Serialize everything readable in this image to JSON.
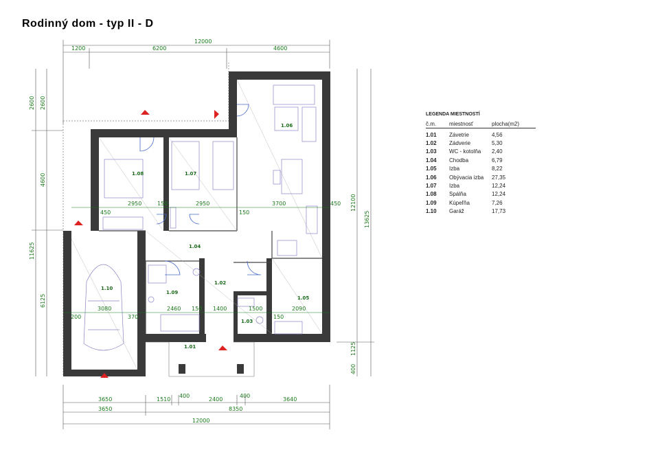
{
  "title": "Rodinný dom - typ II - D",
  "legend": {
    "title": "LEGENDA MIESTNOSTÍ",
    "headers": {
      "num": "č.m.",
      "name": "miestnosť",
      "area": "plocha(m2)"
    },
    "rows": [
      {
        "num": "1.01",
        "name": "Závetrie",
        "area": "4,56"
      },
      {
        "num": "1.02",
        "name": "Zádverie",
        "area": "5,30"
      },
      {
        "num": "1.03",
        "name": "WC - kotolňa",
        "area": "2,40"
      },
      {
        "num": "1.04",
        "name": "Chodba",
        "area": "6,79"
      },
      {
        "num": "1.05",
        "name": "Izba",
        "area": "8,22"
      },
      {
        "num": "1.06",
        "name": "Obývacia izba",
        "area": "27,35"
      },
      {
        "num": "1.07",
        "name": "Izba",
        "area": "12,24"
      },
      {
        "num": "1.08",
        "name": "Spálňa",
        "area": "12,24"
      },
      {
        "num": "1.09",
        "name": "Kúpeľňa",
        "area": "7,26"
      },
      {
        "num": "1.10",
        "name": "Garáž",
        "area": "17,73"
      }
    ]
  },
  "plan": {
    "rooms": [
      "1.01",
      "1.02",
      "1.03",
      "1.04",
      "1.05",
      "1.06",
      "1.07",
      "1.08",
      "1.09",
      "1.10"
    ],
    "top_dims": {
      "total": "12000",
      "a": "1200",
      "b": "6200",
      "c": "4600"
    },
    "bottom_dims": {
      "row1": [
        "3650",
        "1510",
        "400",
        "2400",
        "400",
        "3640"
      ],
      "row2": [
        "3650",
        "8350"
      ],
      "total": "12000"
    },
    "left_dims": {
      "a": "2600",
      "b": "2600",
      "c": "4600",
      "d": "11625",
      "e": "6125"
    },
    "right_dims": {
      "a": "12100",
      "b": "13625",
      "c": "1125",
      "d": "400"
    },
    "inner_dims": {
      "row_upper": [
        "450",
        "2950",
        "150",
        "2950",
        "150",
        "3700",
        "450"
      ],
      "row_lower": [
        "200",
        "3080",
        "370",
        "2460",
        "150",
        "1400",
        "1500",
        "150",
        "2090"
      ]
    }
  }
}
